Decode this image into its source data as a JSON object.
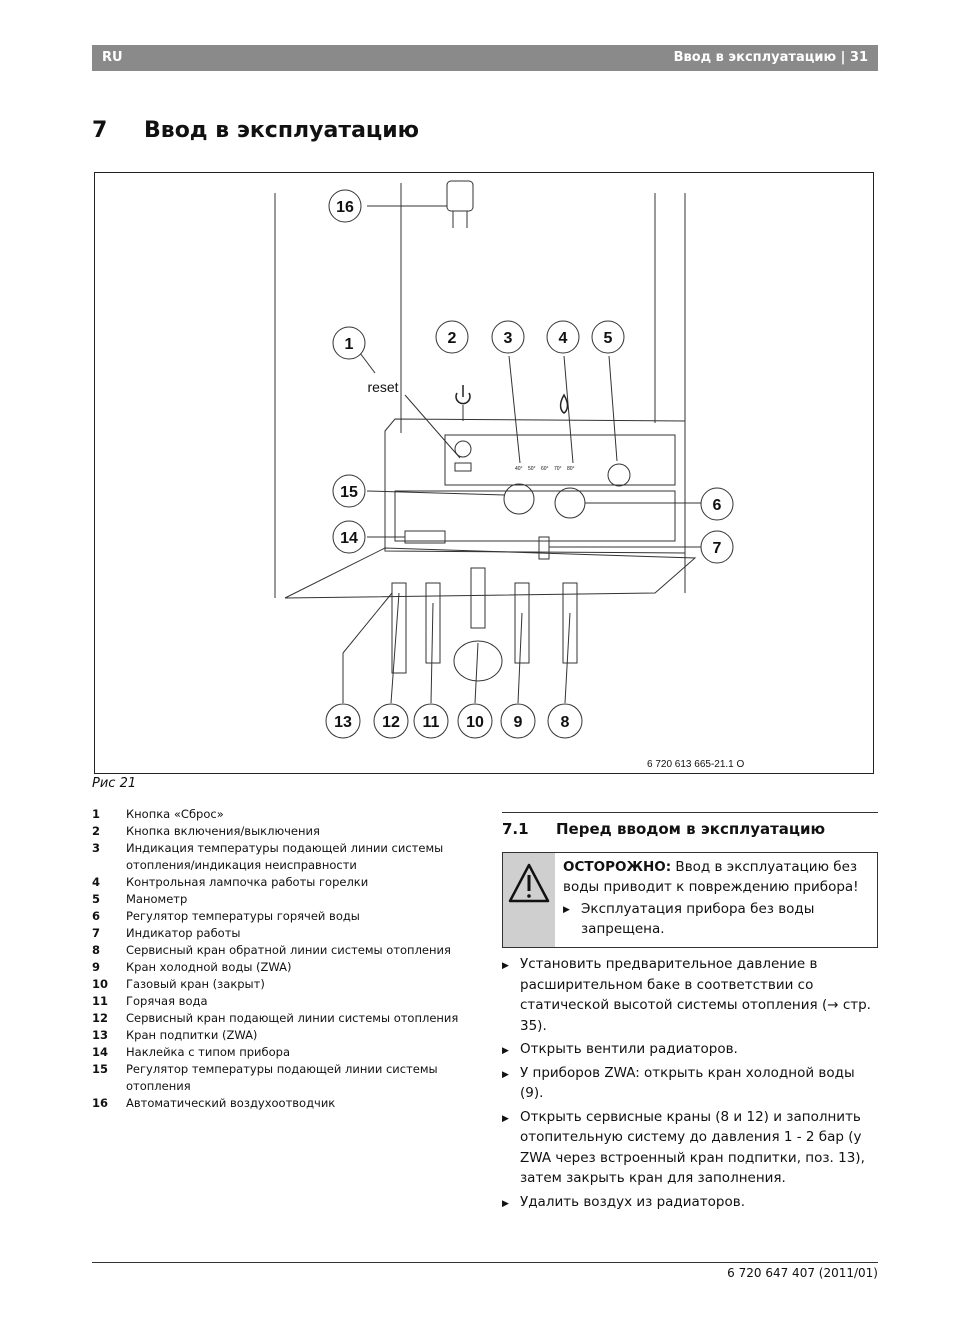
{
  "header": {
    "lang": "RU",
    "section": "Ввод в эксплуатацию | 31"
  },
  "chapter": {
    "number": "7",
    "title": "Ввод в эксплуатацию"
  },
  "figure": {
    "callouts": [
      "16",
      "1",
      "2",
      "3",
      "4",
      "5",
      "15",
      "6",
      "14",
      "7",
      "13",
      "12",
      "11",
      "10",
      "9",
      "8"
    ],
    "reset_label": "reset",
    "code": "6 720 613 665-21.1 O",
    "temps": [
      "40°",
      "50°",
      "60°",
      "70°",
      "80°"
    ],
    "caption": "Рис 21"
  },
  "legend": [
    {
      "n": "1",
      "t": "Кнопка «Сброс»"
    },
    {
      "n": "2",
      "t": "Кнопка включения/выключения"
    },
    {
      "n": "3",
      "t": "Индикация температуры подающей линии системы отопления/индикация неисправности"
    },
    {
      "n": "4",
      "t": "Контрольная лампочка работы горелки"
    },
    {
      "n": "5",
      "t": "Манометр"
    },
    {
      "n": "6",
      "t": "Регулятор температуры горячей воды"
    },
    {
      "n": "7",
      "t": "Индикатор работы"
    },
    {
      "n": "8",
      "t": "Сервисный кран обратной линии системы отопления"
    },
    {
      "n": "9",
      "t": "Кран холодной воды (ZWA)"
    },
    {
      "n": "10",
      "t": "Газовый кран (закрыт)"
    },
    {
      "n": "11",
      "t": "Горячая вода"
    },
    {
      "n": "12",
      "t": "Сервисный кран подающей линии системы отопления"
    },
    {
      "n": "13",
      "t": "Кран подпитки (ZWA)"
    },
    {
      "n": "14",
      "t": "Наклейка с типом прибора"
    },
    {
      "n": "15",
      "t": "Регулятор температуры подающей линии системы отопления"
    },
    {
      "n": "16",
      "t": "Автоматический воздухоотводчик"
    }
  ],
  "section": {
    "number": "7.1",
    "title": "Перед вводом в эксплуатацию"
  },
  "warning": {
    "label": "ОСТОРОЖНО:",
    "text": " Ввод в эксплуатацию без воды приводит к повреждению прибора!",
    "bullet": "Эксплуатация прибора без воды запрещена."
  },
  "steps": [
    "Установить предварительное давление в расширительном баке в соответствии со статической высотой системы отопления (→ стр. 35).",
    "Открыть вентили радиаторов.",
    "У приборов ZWA: открыть кран холодной воды (9).",
    "Открыть сервисные краны (8 и 12) и заполнить отопительную систему до давления 1 - 2 бар (у ZWA через встроенный кран подпитки, поз. 13), затем закрыть кран для заполнения.",
    "Удалить воздух из радиаторов."
  ],
  "footer": {
    "docnum": "6 720 647 407 (2011/01)"
  }
}
